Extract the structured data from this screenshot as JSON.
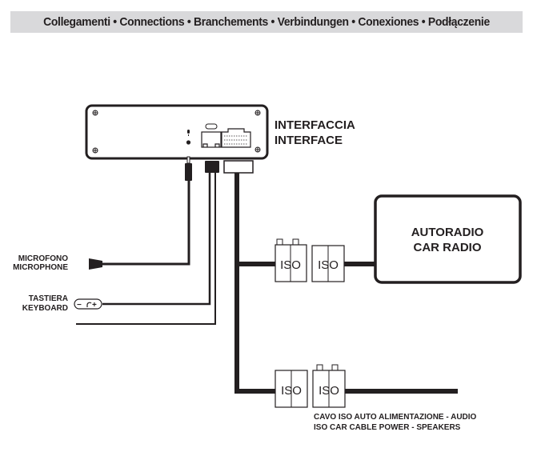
{
  "header": {
    "title": "Collegamenti • Connections • Branchements • Verbindungen • Conexiones • Podłączenie"
  },
  "interface": {
    "label_it": "INTERFACCIA",
    "label_en": "INTERFACE"
  },
  "car_radio": {
    "label_it": "AUTORADIO",
    "label_en": "CAR RADIO"
  },
  "microphone": {
    "label_it": "MICROFONO",
    "label_en": "MICROPHONE"
  },
  "keyboard": {
    "label_it": "TASTIERA",
    "label_en": "KEYBOARD",
    "glyph": "-↻+"
  },
  "iso_connectors": {
    "top_left": "ISO",
    "top_right": "ISO",
    "bottom_left": "ISO",
    "bottom_right": "ISO"
  },
  "iso_cable": {
    "label_it": "CAVO ISO AUTO ALIMENTAZIONE - AUDIO",
    "label_en": "ISO CAR CABLE POWER - SPEAKERS"
  },
  "colors": {
    "line": "#231f20",
    "header_bg": "#d9d9db"
  }
}
